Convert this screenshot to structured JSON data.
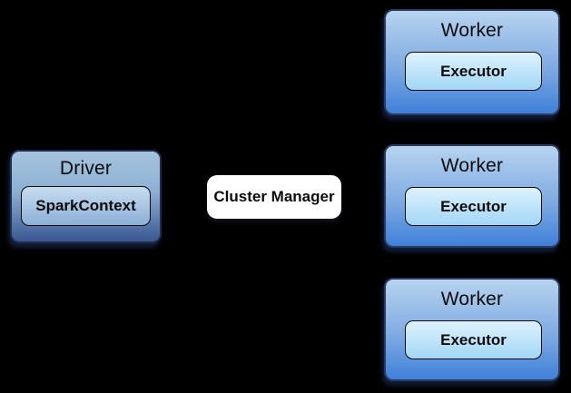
{
  "driver": {
    "title": "Driver",
    "component": "SparkContext"
  },
  "cluster_manager": {
    "label": "Cluster Manager"
  },
  "workers": [
    {
      "title": "Worker",
      "component": "Executor"
    },
    {
      "title": "Worker",
      "component": "Executor"
    },
    {
      "title": "Worker",
      "component": "Executor"
    }
  ],
  "colors": {
    "background": "#000000",
    "text": "#0b0b0b",
    "driver_border": "#1e2d50",
    "driver_gradient_top": "#a6c2de",
    "driver_gradient_bottom": "#3a5792",
    "sparkcontext_gradient_top": "#c7ddef",
    "sparkcontext_gradient_bottom": "#8bafd7",
    "worker_border": "#2a3a60",
    "worker_gradient_top": "#b7d3ef",
    "worker_gradient_bottom": "#3f80d9",
    "executor_gradient_top": "#def2fd",
    "executor_gradient_bottom": "#a2d6f6",
    "inner_border": "#0a0a0a",
    "cluster_manager_fill": "#ffffff"
  }
}
